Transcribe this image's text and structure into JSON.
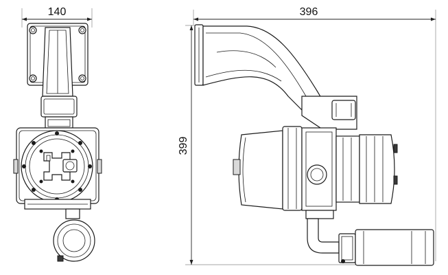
{
  "dimensions": {
    "width_front": "140",
    "width_side": "396",
    "height": "399"
  },
  "colors": {
    "line": "#1a1a1a",
    "background": "#ffffff",
    "fill_grey": "#d9d9d9"
  }
}
